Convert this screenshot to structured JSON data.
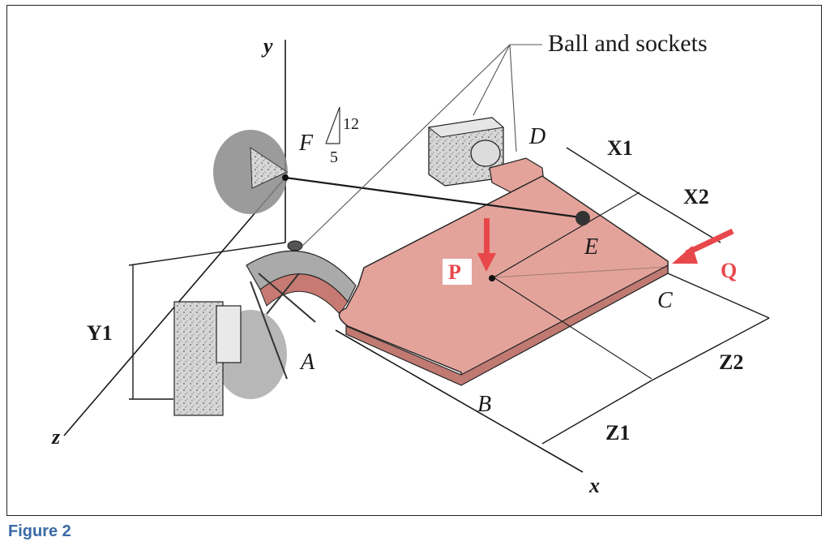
{
  "figure": {
    "caption": "Figure 2",
    "callout": "Ball and sockets",
    "axes": {
      "y": "y",
      "x": "x",
      "z": "z"
    },
    "points": {
      "A": "A",
      "B": "B",
      "C": "C",
      "D": "D",
      "E": "E",
      "F": "F"
    },
    "slope": {
      "rise": "12",
      "run": "5"
    },
    "dimensions": {
      "x1": "X1",
      "x2": "X2",
      "y1": "Y1",
      "z1": "Z1",
      "z2": "Z2"
    },
    "loads": {
      "p": "P",
      "q": "Q"
    },
    "colors": {
      "plate": "#e3a39b",
      "plate_edge": "#c07a72",
      "load": "#e8474b",
      "line": "#1a1a1a"
    }
  }
}
